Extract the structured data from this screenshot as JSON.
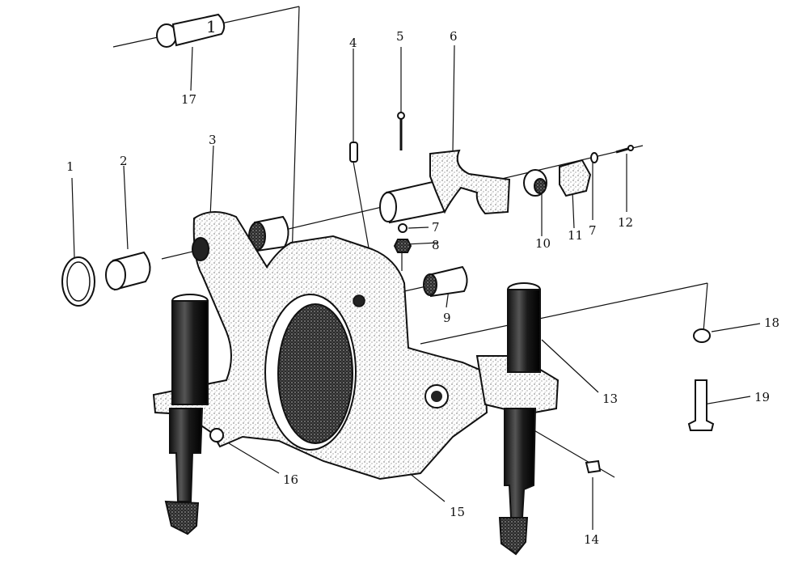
{
  "diagram": {
    "labels": {
      "l1": "1",
      "l2": "2",
      "l3": "3",
      "l4": "4",
      "l5": "5",
      "l6": "6",
      "l7a": "7",
      "l7b": "7",
      "l8": "8",
      "l9": "9",
      "l10": "10",
      "l11": "11",
      "l12": "12",
      "l13": "13",
      "l14": "14",
      "l15": "15",
      "l16": "16",
      "l17": "17",
      "l18": "18",
      "l19": "19"
    },
    "pin_marking": "1"
  },
  "colors": {
    "ink": "#111111",
    "paper": "#ffffff"
  }
}
